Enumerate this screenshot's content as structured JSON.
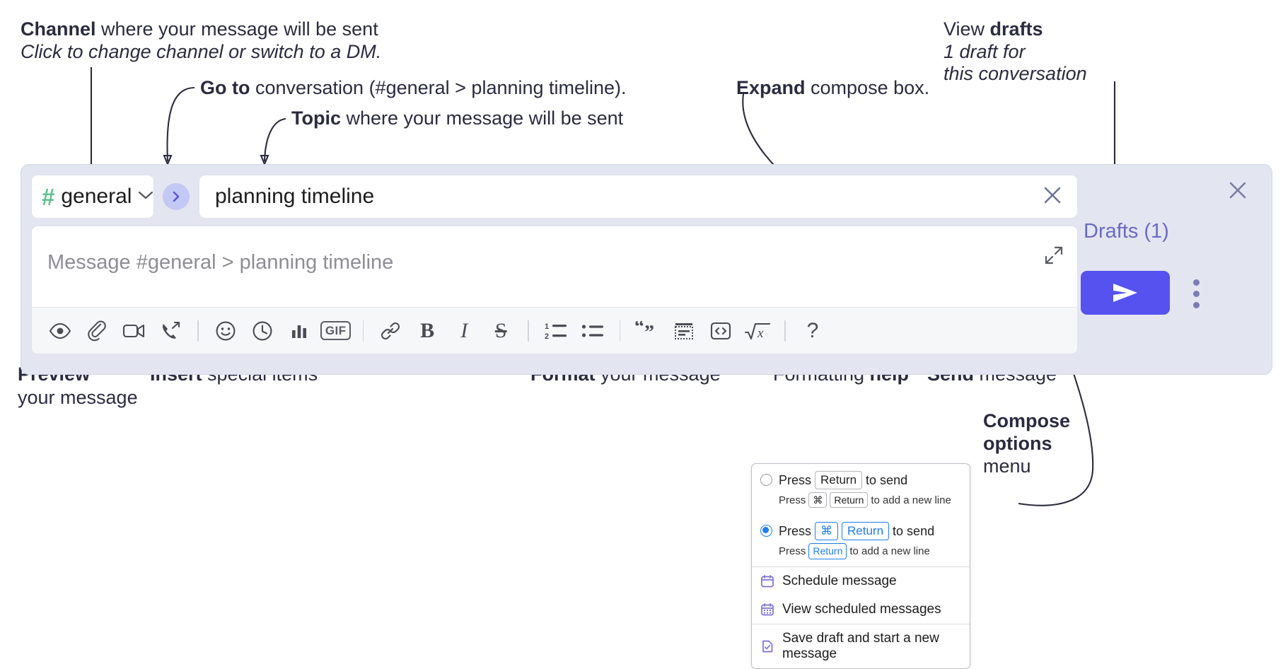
{
  "annotations": {
    "channel": {
      "bold": "Channel",
      "rest": " where your message will be sent",
      "sub": "Click to change channel or switch to a DM."
    },
    "goto": {
      "bold": "Go to",
      "rest": " conversation (#general > planning timeline)."
    },
    "topic": {
      "bold": "Topic",
      "rest": " where your message will be sent"
    },
    "expand": {
      "bold": "Expand",
      "rest": " compose box."
    },
    "drafts": {
      "lead": "View ",
      "bold": "drafts",
      "sub1": "1 draft for",
      "sub2": "this conversation"
    },
    "preview": {
      "bold": "Preview",
      "sub": "your message"
    },
    "insert": {
      "bold": "Insert",
      "rest": " special items"
    },
    "format": {
      "bold": "Format",
      "rest": " your message"
    },
    "help": {
      "lead": "Formatting ",
      "bold": "help"
    },
    "send": {
      "bold": "Send",
      "rest": " message"
    },
    "options": {
      "bold1": "Compose",
      "bold2": "options",
      "rest": "menu"
    }
  },
  "compose": {
    "channel_name": "general",
    "hash_glyph": "#",
    "topic_value": "planning timeline",
    "message_placeholder": "Message #general > planning timeline",
    "drafts_label": "Drafts (1)",
    "toolbar": [
      {
        "name": "preview-icon",
        "label": "Preview"
      },
      {
        "name": "attach-paperclip-icon",
        "label": "Attach file"
      },
      {
        "name": "video-camera-icon",
        "label": "Video clip"
      },
      {
        "name": "audio-call-icon",
        "label": "Audio clip"
      },
      {
        "name": "divider",
        "label": ""
      },
      {
        "name": "emoji-smiley-icon",
        "label": "Emoji"
      },
      {
        "name": "clock-icon",
        "label": "Reminder"
      },
      {
        "name": "poll-bar-chart-icon",
        "label": "Poll"
      },
      {
        "name": "gif-icon",
        "label": "GIF"
      },
      {
        "name": "divider",
        "label": ""
      },
      {
        "name": "link-icon",
        "label": "Link"
      },
      {
        "name": "bold-icon",
        "label": "B"
      },
      {
        "name": "italic-icon",
        "label": "I"
      },
      {
        "name": "strikethrough-icon",
        "label": "S"
      },
      {
        "name": "divider",
        "label": ""
      },
      {
        "name": "ordered-list-icon",
        "label": "Numbered list"
      },
      {
        "name": "bulleted-list-icon",
        "label": "Bulleted list"
      },
      {
        "name": "divider",
        "label": ""
      },
      {
        "name": "blockquote-icon",
        "label": "Quote"
      },
      {
        "name": "code-block-icon",
        "label": "Code block"
      },
      {
        "name": "inline-code-icon",
        "label": "Code"
      },
      {
        "name": "math-sqrt-icon",
        "label": "Math"
      },
      {
        "name": "divider",
        "label": ""
      },
      {
        "name": "help-question-icon",
        "label": "?"
      }
    ],
    "gif_label": "GIF",
    "bold_label": "B",
    "italic_label": "I",
    "strike_label": "S",
    "help_label": "?"
  },
  "options_menu": {
    "option1": {
      "selected": false,
      "press": "Press",
      "key": "Return",
      "tail": "to send",
      "sub_press": "Press",
      "sub_key1": "⌘",
      "sub_key2": "Return",
      "sub_tail": "to add a new line"
    },
    "option2": {
      "selected": true,
      "press": "Press",
      "key1": "⌘",
      "key2": "Return",
      "tail": "to send",
      "sub_press": "Press",
      "sub_key": "Return",
      "sub_tail": "to add a new line"
    },
    "items": [
      {
        "icon": "calendar-schedule-icon",
        "label": "Schedule message"
      },
      {
        "icon": "calendar-grid-icon",
        "label": "View scheduled messages"
      },
      {
        "icon": "save-draft-icon",
        "label": "Save draft and start a new message"
      }
    ]
  },
  "colors": {
    "accent_send": "#5552f0",
    "hash_green": "#5bc089",
    "drafts_purple": "#6b6ac4",
    "panel_bg": "#e3e5f1",
    "radio_blue": "#1e7ef0"
  }
}
